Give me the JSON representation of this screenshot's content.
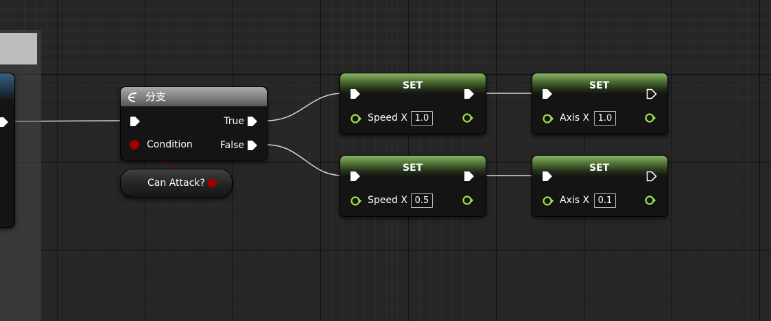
{
  "branch": {
    "title": "分支",
    "true_label": "True",
    "false_label": "False",
    "condition_label": "Condition"
  },
  "getter": {
    "label": "Can Attack?"
  },
  "sets": [
    {
      "title": "SET",
      "var_label": "Speed X",
      "value": "1.0"
    },
    {
      "title": "SET",
      "var_label": "Speed X",
      "value": "0.5"
    },
    {
      "title": "SET",
      "var_label": "Axis X",
      "value": "1.0"
    },
    {
      "title": "SET",
      "var_label": "Axis X",
      "value": "0.1"
    }
  ],
  "colors": {
    "exec": "#ffffff",
    "boolean": "#960000",
    "float": "#9ee646",
    "set_header": "#6e9a4a",
    "grid_bg": "#262626"
  },
  "icons": {
    "branch": "branch-icon"
  }
}
